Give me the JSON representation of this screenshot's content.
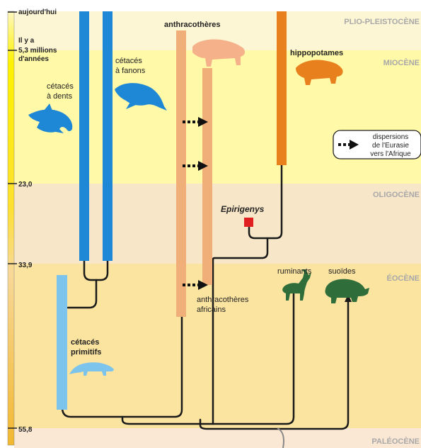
{
  "time_axis": {
    "labels": {
      "present": "aujourd'hui",
      "ago_line1": "Il y a",
      "ago_line2": "5,3 millions",
      "ago_line3": "d'années",
      "t23": "23,0",
      "t33": "33,9",
      "t55": "55,8"
    }
  },
  "epochs": {
    "plio": "PLIO-PLEISTOCÈNE",
    "mio": "MIOCÈNE",
    "oligo": "OLIGOCÈNE",
    "eo": "ÉOCÈNE",
    "paleo": "PALÉOCÈNE"
  },
  "groups": {
    "toothed_1": "cétacés",
    "toothed_2": "à dents",
    "baleen_1": "cétacés",
    "baleen_2": "à fanons",
    "anthraco": "anthracothères",
    "hippo": "hippopotames",
    "epirigenys": "Epirigenys",
    "african_1": "anthracothères",
    "african_2": "africains",
    "ruminants": "ruminants",
    "suoides": "suoïdes",
    "primitive_1": "cétacés",
    "primitive_2": "primitifs"
  },
  "legend": {
    "line1": "dispersions",
    "line2": "de l'Eurasie",
    "line3": "vers l'Afrique"
  },
  "colors": {
    "cetacean_blue": "#1e88d6",
    "primitive_blue": "#7cc4ec",
    "anthraco_peach": "#f0ae78",
    "hippo_orange": "#e8801e",
    "ruminant_green": "#2f6e3a",
    "epirigenys_red": "#e02020"
  }
}
